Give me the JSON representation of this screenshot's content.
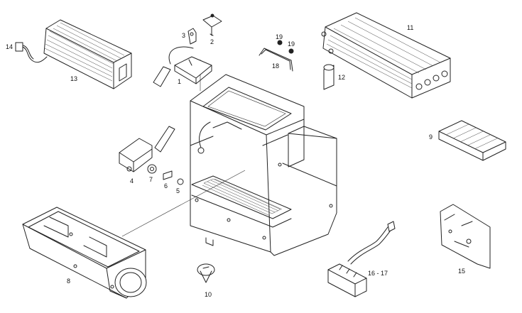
{
  "callouts": {
    "c1": "1",
    "c2": "2",
    "c3": "3",
    "c4": "4",
    "c5": "5",
    "c6": "6",
    "c7": "7",
    "c8": "8",
    "c9": "9",
    "c10": "10",
    "c11": "11",
    "c12": "12",
    "c13": "13",
    "c14": "14",
    "c15": "15",
    "c16_17": "16 - 17",
    "c18": "18",
    "c19a": "19",
    "c19b": "19"
  }
}
